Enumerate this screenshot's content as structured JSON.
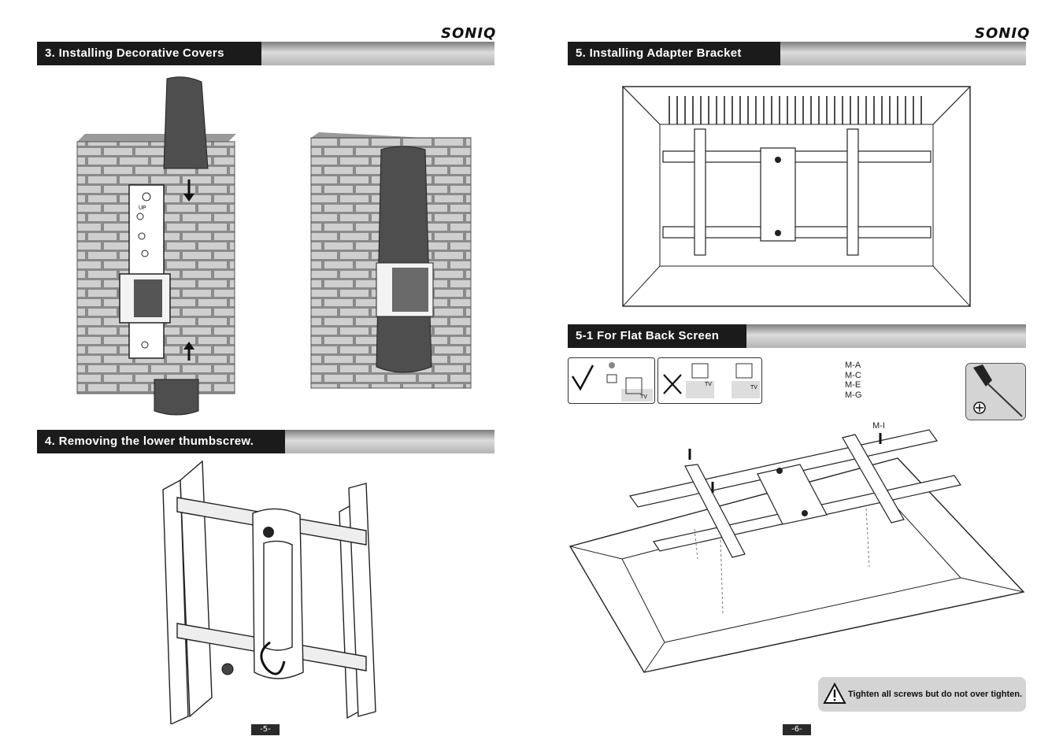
{
  "brand": {
    "logo_text": "SONIQ"
  },
  "left_page": {
    "section3": {
      "title": "3. Installing Decorative Covers"
    },
    "section4": {
      "title": "4. Removing the lower thumbscrew."
    },
    "bracket_marking": "UP",
    "page_number": "-5-"
  },
  "right_page": {
    "section5": {
      "title": "5. Installing Adapter Bracket"
    },
    "section5_1": {
      "title": "5-1 For Flat Back Screen"
    },
    "tv_label": "TV",
    "hardware_labels": [
      "M-A",
      "M-C",
      "M-E",
      "M-G"
    ],
    "washer_label": "M-I",
    "caution": {
      "icon": "warning-triangle-icon",
      "text": "Tighten all screws but do not over tighten."
    },
    "page_number": "-6-"
  },
  "colors": {
    "header_dark": "#1b1b1b",
    "brick": "#cfcfcf",
    "wall": "#8a8a8a"
  }
}
